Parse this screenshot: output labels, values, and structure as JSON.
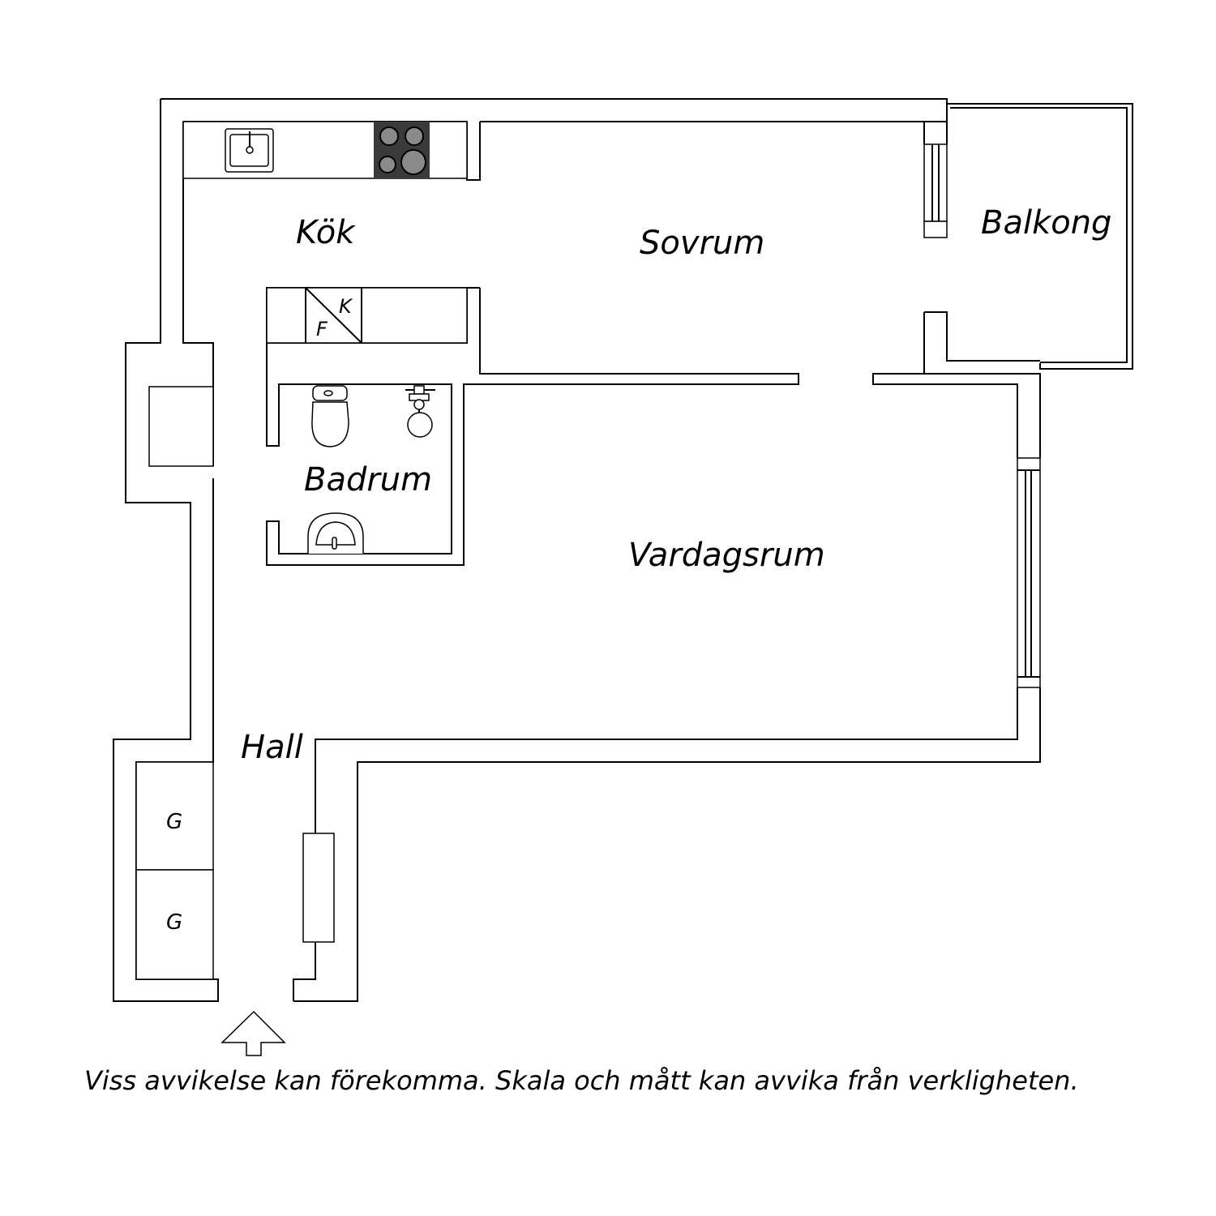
{
  "rooms": {
    "kitchen": "Kök",
    "bedroom": "Sovrum",
    "balcony": "Balkong",
    "bathroom": "Badrum",
    "living_room": "Vardagsrum",
    "hall": "Hall"
  },
  "fixtures": {
    "fridge": "K",
    "freezer": "F",
    "closet_top": "G",
    "closet_bottom": "G"
  },
  "disclaimer": "Viss avvikelse kan förekomma. Skala och mått kan avvika från verkligheten.",
  "icons": {
    "entrance": "entrance-arrow-icon",
    "sink": "sink-icon",
    "stove": "stove-icon",
    "toilet": "toilet-icon",
    "shower": "shower-icon",
    "washbasin": "washbasin-icon"
  },
  "colors": {
    "line": "#000000",
    "background": "#ffffff",
    "stove_top": "#3a3a3a",
    "burner": "#8a8a8a"
  }
}
